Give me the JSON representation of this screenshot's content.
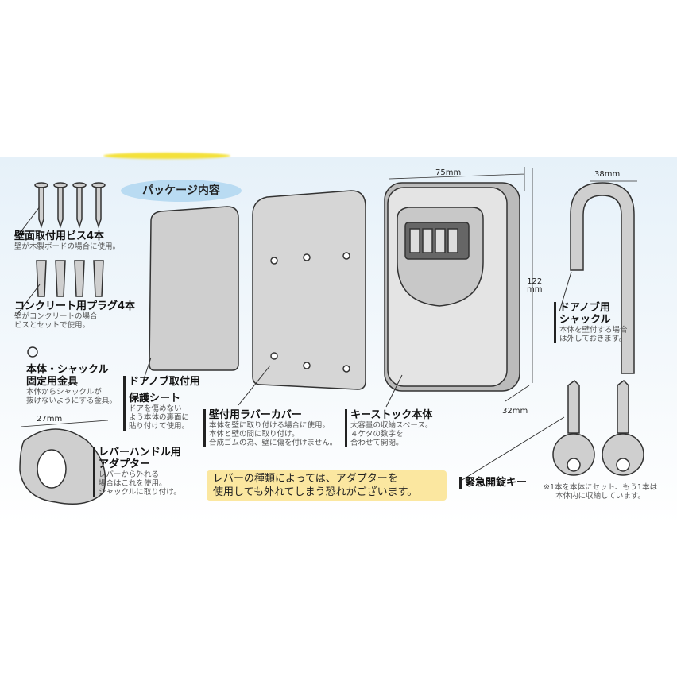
{
  "heading": "パッケージ内容",
  "items": [
    {
      "title": "壁面取付用ビス4本",
      "desc": [
        "壁が木製ボードの場合に使用。"
      ]
    },
    {
      "title": "コンクリート用プラグ4本",
      "desc": [
        "壁がコンクリートの場合",
        "ビスとセットで使用。"
      ]
    },
    {
      "title": [
        "本体・シャックル",
        "固定用金具"
      ],
      "desc": [
        "本体からシャックルが",
        "抜けないようにする金具。"
      ]
    },
    {
      "title": [
        "ドアノブ取付用",
        "保護シート"
      ],
      "desc": [
        "ドアを傷めない",
        "よう本体の裏面に",
        "貼り付けて使用。"
      ]
    },
    {
      "title": "壁付用ラバーカバー",
      "desc": [
        "本体を壁に取り付ける場合に使用。",
        "本体と壁の間に取り付け。",
        "合成ゴムの為、壁に傷を付けません。"
      ]
    },
    {
      "title": "キーストック本体",
      "desc": [
        "大容量の収納スペース。",
        "４ケタの数字を",
        "合わせて開閉。"
      ]
    },
    {
      "title": [
        "ドアノブ用",
        "シャックル"
      ],
      "desc": [
        "本体を壁付する場合",
        "は外しておきます。"
      ]
    },
    {
      "title": [
        "レバーハンドル用",
        "アダプター"
      ],
      "desc": [
        "レバーから外れる",
        "場合はこれを使用。",
        "シャックルに取り付け。"
      ]
    },
    {
      "title": "緊急開錠キー",
      "desc": [
        "※1本を本体にセット、もう1本は",
        "本体内に収納しています。"
      ]
    }
  ],
  "warning": [
    "レバーの種類によっては、アダプターを",
    "使用しても外れてしまう恐れがございます。"
  ],
  "dimensions": {
    "width": "75mm",
    "height": [
      "122",
      "mm"
    ],
    "depth": "32mm",
    "shackle": "38mm",
    "adapter": "27mm"
  },
  "colors": {
    "band": "#e6f1f9",
    "pill": "#b9dbf2",
    "warning_bg": "#fbe7a0",
    "part_gray": "#cfcfcf"
  }
}
